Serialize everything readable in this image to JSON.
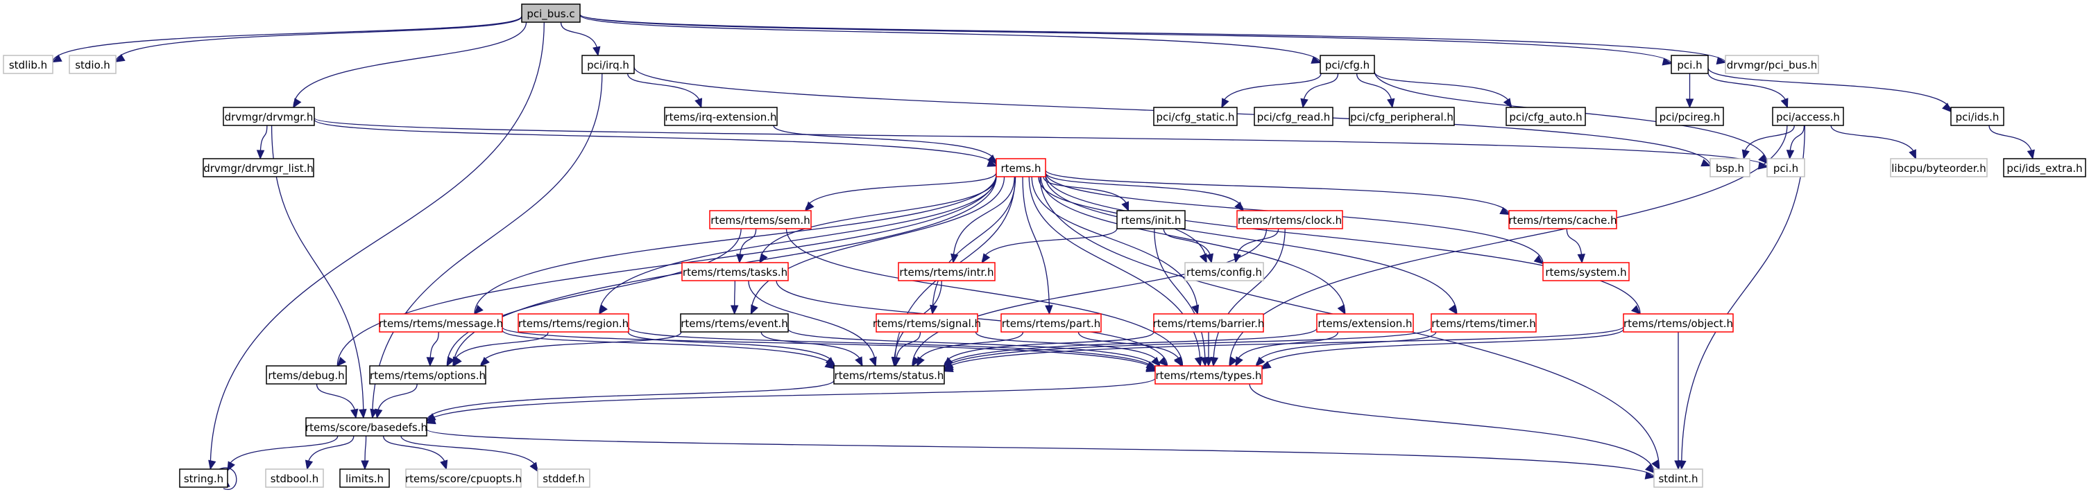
{
  "title": "pci_bus.c include dependency graph",
  "legend": {
    "root_fill": "#bfbfbf",
    "edge_color": "#191970",
    "truncated_border": "#ff0000",
    "missing_border": "#bfbfbf"
  },
  "nodes": [
    {
      "id": "pci_bus_c",
      "label": "pci_bus.c",
      "kind": "root"
    },
    {
      "id": "stdlib_h",
      "label": "stdlib.h",
      "kind": "missing"
    },
    {
      "id": "stdio_h",
      "label": "stdio.h",
      "kind": "missing"
    },
    {
      "id": "pci_irq_h",
      "label": "pci/irq.h",
      "kind": "normal"
    },
    {
      "id": "pci_cfg_h",
      "label": "pci/cfg.h",
      "kind": "normal"
    },
    {
      "id": "pci_h",
      "label": "pci.h",
      "kind": "normal"
    },
    {
      "id": "drvmgr_pci_bus_h",
      "label": "drvmgr/pci_bus.h",
      "kind": "missing"
    },
    {
      "id": "drvmgr_h",
      "label": "drvmgr/drvmgr.h",
      "kind": "normal"
    },
    {
      "id": "irq_extension_h",
      "label": "rtems/irq-extension.h",
      "kind": "normal"
    },
    {
      "id": "cfg_static_h",
      "label": "pci/cfg_static.h",
      "kind": "normal"
    },
    {
      "id": "cfg_read_h",
      "label": "pci/cfg_read.h",
      "kind": "normal"
    },
    {
      "id": "cfg_peripheral_h",
      "label": "pci/cfg_peripheral.h",
      "kind": "normal"
    },
    {
      "id": "cfg_auto_h",
      "label": "pci/cfg_auto.h",
      "kind": "normal"
    },
    {
      "id": "pcireg_h",
      "label": "pci/pcireg.h",
      "kind": "normal"
    },
    {
      "id": "access_h",
      "label": "pci/access.h",
      "kind": "normal"
    },
    {
      "id": "ids_h",
      "label": "pci/ids.h",
      "kind": "normal"
    },
    {
      "id": "drvmgr_list_h",
      "label": "drvmgr/drvmgr_list.h",
      "kind": "normal"
    },
    {
      "id": "rtems_h",
      "label": "rtems.h",
      "kind": "truncated"
    },
    {
      "id": "bsp_h",
      "label": "bsp.h",
      "kind": "missing"
    },
    {
      "id": "pci_h2",
      "label": "pci.h",
      "kind": "missing"
    },
    {
      "id": "byteorder_h",
      "label": "libcpu/byteorder.h",
      "kind": "missing"
    },
    {
      "id": "ids_extra_h",
      "label": "pci/ids_extra.h",
      "kind": "normal"
    },
    {
      "id": "sem_h",
      "label": "rtems/rtems/sem.h",
      "kind": "truncated"
    },
    {
      "id": "init_h",
      "label": "rtems/init.h",
      "kind": "normal"
    },
    {
      "id": "clock_h",
      "label": "rtems/rtems/clock.h",
      "kind": "truncated"
    },
    {
      "id": "cache_h",
      "label": "rtems/rtems/cache.h",
      "kind": "truncated"
    },
    {
      "id": "tasks_h",
      "label": "rtems/rtems/tasks.h",
      "kind": "truncated"
    },
    {
      "id": "intr_h",
      "label": "rtems/rtems/intr.h",
      "kind": "truncated"
    },
    {
      "id": "config_h",
      "label": "rtems/config.h",
      "kind": "missing"
    },
    {
      "id": "system_h",
      "label": "rtems/system.h",
      "kind": "truncated"
    },
    {
      "id": "message_h",
      "label": "rtems/rtems/message.h",
      "kind": "truncated"
    },
    {
      "id": "region_h",
      "label": "rtems/rtems/region.h",
      "kind": "truncated"
    },
    {
      "id": "event_h",
      "label": "rtems/rtems/event.h",
      "kind": "normal"
    },
    {
      "id": "signal_h",
      "label": "rtems/rtems/signal.h",
      "kind": "truncated"
    },
    {
      "id": "part_h",
      "label": "rtems/rtems/part.h",
      "kind": "truncated"
    },
    {
      "id": "barrier_h",
      "label": "rtems/rtems/barrier.h",
      "kind": "truncated"
    },
    {
      "id": "extension_h",
      "label": "rtems/extension.h",
      "kind": "truncated"
    },
    {
      "id": "timer_h",
      "label": "rtems/rtems/timer.h",
      "kind": "truncated"
    },
    {
      "id": "object_h",
      "label": "rtems/rtems/object.h",
      "kind": "truncated"
    },
    {
      "id": "debug_h",
      "label": "rtems/debug.h",
      "kind": "normal"
    },
    {
      "id": "options_h",
      "label": "rtems/rtems/options.h",
      "kind": "normal"
    },
    {
      "id": "status_h",
      "label": "rtems/rtems/status.h",
      "kind": "normal"
    },
    {
      "id": "types_h",
      "label": "rtems/rtems/types.h",
      "kind": "truncated"
    },
    {
      "id": "basedefs_h",
      "label": "rtems/score/basedefs.h",
      "kind": "normal"
    },
    {
      "id": "string_h",
      "label": "string.h",
      "kind": "normal"
    },
    {
      "id": "stdbool_h",
      "label": "stdbool.h",
      "kind": "missing"
    },
    {
      "id": "limits_h",
      "label": "limits.h",
      "kind": "normal"
    },
    {
      "id": "cpuopts_h",
      "label": "rtems/score/cpuopts.h",
      "kind": "missing"
    },
    {
      "id": "stddef_h",
      "label": "stddef.h",
      "kind": "missing"
    },
    {
      "id": "stdint_h",
      "label": "stdint.h",
      "kind": "missing"
    }
  ],
  "edges": [
    [
      "pci_bus_c",
      "stdlib_h"
    ],
    [
      "pci_bus_c",
      "stdio_h"
    ],
    [
      "pci_bus_c",
      "string_h"
    ],
    [
      "pci_bus_c",
      "drvmgr_h"
    ],
    [
      "pci_bus_c",
      "pci_irq_h"
    ],
    [
      "pci_bus_c",
      "pci_cfg_h"
    ],
    [
      "pci_bus_c",
      "pci_h"
    ],
    [
      "pci_bus_c",
      "drvmgr_pci_bus_h"
    ],
    [
      "pci_irq_h",
      "basedefs_h"
    ],
    [
      "pci_irq_h",
      "irq_extension_h"
    ],
    [
      "pci_irq_h",
      "bsp_h"
    ],
    [
      "drvmgr_h",
      "drvmgr_list_h"
    ],
    [
      "drvmgr_h",
      "basedefs_h"
    ],
    [
      "drvmgr_h",
      "rtems_h"
    ],
    [
      "drvmgr_h",
      "pci_h2"
    ],
    [
      "irq_extension_h",
      "rtems_h"
    ],
    [
      "pci_cfg_h",
      "cfg_static_h"
    ],
    [
      "pci_cfg_h",
      "cfg_read_h"
    ],
    [
      "pci_cfg_h",
      "cfg_peripheral_h"
    ],
    [
      "pci_cfg_h",
      "cfg_auto_h"
    ],
    [
      "pci_cfg_h",
      "pci_h2"
    ],
    [
      "pci_h",
      "pcireg_h"
    ],
    [
      "pci_h",
      "access_h"
    ],
    [
      "pci_h",
      "ids_h"
    ],
    [
      "access_h",
      "bsp_h"
    ],
    [
      "access_h",
      "pci_h2"
    ],
    [
      "access_h",
      "byteorder_h"
    ],
    [
      "access_h",
      "types_h"
    ],
    [
      "access_h",
      "stdint_h"
    ],
    [
      "ids_h",
      "ids_extra_h"
    ],
    [
      "rtems_h",
      "sem_h"
    ],
    [
      "rtems_h",
      "init_h"
    ],
    [
      "rtems_h",
      "clock_h"
    ],
    [
      "rtems_h",
      "cache_h"
    ],
    [
      "rtems_h",
      "tasks_h"
    ],
    [
      "rtems_h",
      "intr_h"
    ],
    [
      "rtems_h",
      "config_h"
    ],
    [
      "rtems_h",
      "system_h"
    ],
    [
      "rtems_h",
      "message_h"
    ],
    [
      "rtems_h",
      "region_h"
    ],
    [
      "rtems_h",
      "event_h"
    ],
    [
      "rtems_h",
      "signal_h"
    ],
    [
      "rtems_h",
      "part_h"
    ],
    [
      "rtems_h",
      "barrier_h"
    ],
    [
      "rtems_h",
      "extension_h"
    ],
    [
      "rtems_h",
      "timer_h"
    ],
    [
      "rtems_h",
      "object_h"
    ],
    [
      "rtems_h",
      "debug_h"
    ],
    [
      "rtems_h",
      "options_h"
    ],
    [
      "rtems_h",
      "status_h"
    ],
    [
      "rtems_h",
      "types_h"
    ],
    [
      "rtems_h",
      "stdint_h"
    ],
    [
      "sem_h",
      "tasks_h"
    ],
    [
      "sem_h",
      "options_h"
    ],
    [
      "sem_h",
      "types_h"
    ],
    [
      "init_h",
      "intr_h"
    ],
    [
      "init_h",
      "config_h"
    ],
    [
      "init_h",
      "types_h"
    ],
    [
      "clock_h",
      "config_h"
    ],
    [
      "clock_h",
      "status_h"
    ],
    [
      "clock_h",
      "types_h"
    ],
    [
      "cache_h",
      "system_h"
    ],
    [
      "tasks_h",
      "event_h"
    ],
    [
      "tasks_h",
      "status_h"
    ],
    [
      "tasks_h",
      "types_h"
    ],
    [
      "intr_h",
      "status_h"
    ],
    [
      "message_h",
      "options_h"
    ],
    [
      "message_h",
      "status_h"
    ],
    [
      "message_h",
      "types_h"
    ],
    [
      "region_h",
      "options_h"
    ],
    [
      "region_h",
      "status_h"
    ],
    [
      "region_h",
      "types_h"
    ],
    [
      "event_h",
      "options_h"
    ],
    [
      "event_h",
      "status_h"
    ],
    [
      "event_h",
      "types_h"
    ],
    [
      "signal_h",
      "status_h"
    ],
    [
      "signal_h",
      "types_h"
    ],
    [
      "part_h",
      "status_h"
    ],
    [
      "part_h",
      "types_h"
    ],
    [
      "barrier_h",
      "status_h"
    ],
    [
      "barrier_h",
      "types_h"
    ],
    [
      "extension_h",
      "status_h"
    ],
    [
      "extension_h",
      "types_h"
    ],
    [
      "timer_h",
      "status_h"
    ],
    [
      "timer_h",
      "types_h"
    ],
    [
      "object_h",
      "status_h"
    ],
    [
      "object_h",
      "types_h"
    ],
    [
      "object_h",
      "stdint_h"
    ],
    [
      "debug_h",
      "basedefs_h"
    ],
    [
      "options_h",
      "basedefs_h"
    ],
    [
      "status_h",
      "basedefs_h"
    ],
    [
      "types_h",
      "basedefs_h"
    ],
    [
      "types_h",
      "stdint_h"
    ],
    [
      "basedefs_h",
      "string_h"
    ],
    [
      "basedefs_h",
      "stdbool_h"
    ],
    [
      "basedefs_h",
      "limits_h"
    ],
    [
      "basedefs_h",
      "cpuopts_h"
    ],
    [
      "basedefs_h",
      "stddef_h"
    ],
    [
      "basedefs_h",
      "stdint_h"
    ],
    [
      "string_h",
      "string_h"
    ]
  ]
}
